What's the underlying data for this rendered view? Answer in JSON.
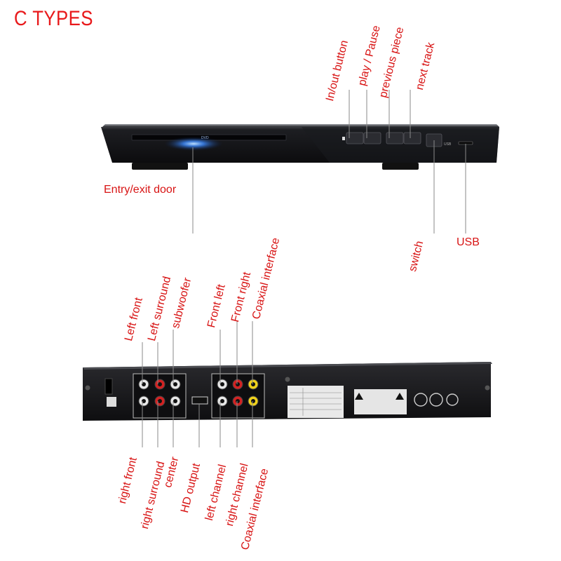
{
  "title": "C TYPES",
  "colors": {
    "label": "#d81414",
    "title": "#e8191b",
    "device": "#1b1b1f",
    "led": "#2f7dff"
  },
  "front": {
    "disc_label": "DVD",
    "usb_text": "USB",
    "labels": {
      "in_out": "In/out button",
      "play_pause": "play / Pause",
      "previous": "previous piece",
      "next": "next track",
      "entry_door": "Entry/exit door",
      "switch": "switch",
      "usb": "USB"
    }
  },
  "rear": {
    "top_labels": {
      "left_front": "Left front",
      "left_surround": "Left surround",
      "subwoofer": "subwoofer",
      "front_left": "Front left",
      "front_right": "Front right",
      "coaxial_top": "Coaxial interface"
    },
    "bottom_labels": {
      "right_front": "right front",
      "right_surround": "right surround",
      "center": "center",
      "hd_output": "HD output",
      "left_channel": "left channel",
      "right_channel": "right channel",
      "coaxial_bottom": "Coaxial interface"
    }
  }
}
